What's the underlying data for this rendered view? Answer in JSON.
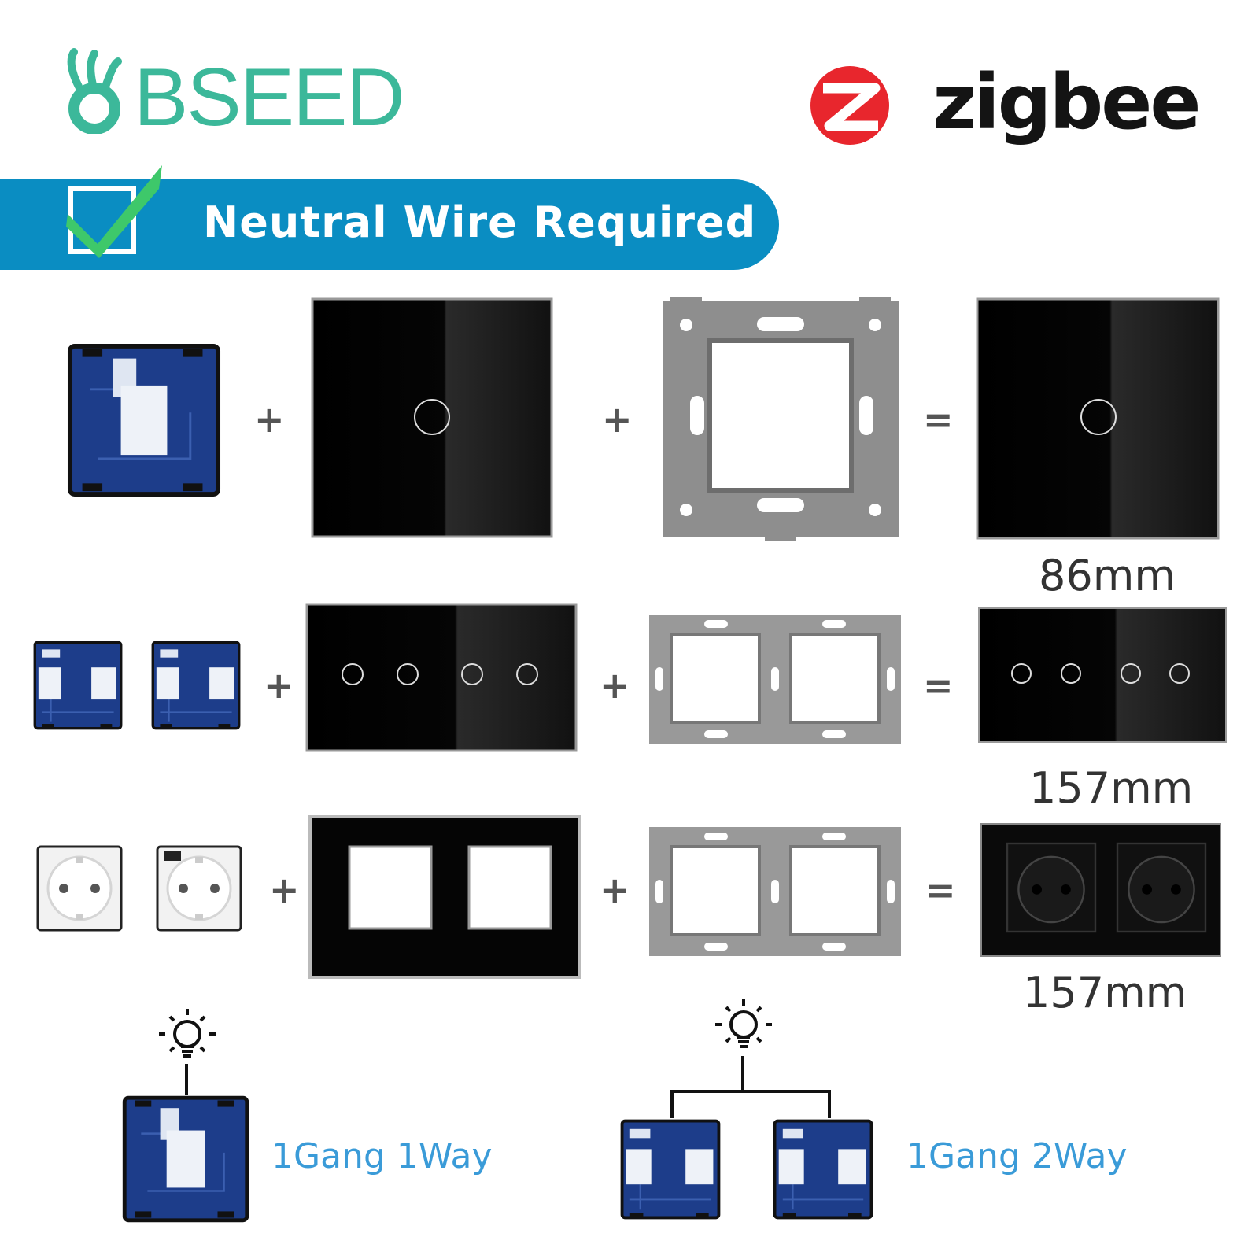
{
  "brand": {
    "name": "BSEED",
    "color": "#3cb89a"
  },
  "protocol": {
    "name": "zigbee",
    "logo_color": "#e8262d",
    "icon": "zigbee-logo-icon"
  },
  "banner": {
    "text": "Neutral Wire Required",
    "color": "#0a8dc2",
    "icon": "checkmark-icon"
  },
  "rows": [
    {
      "operators": [
        "+",
        "+",
        "="
      ],
      "size": "86mm"
    },
    {
      "operators": [
        "+",
        "+",
        "="
      ],
      "size": "157mm"
    },
    {
      "operators": [
        "+",
        "+",
        "="
      ],
      "size": "157mm"
    }
  ],
  "wiring": [
    {
      "label": "1Gang 1Way",
      "icon": "light-bulb-icon"
    },
    {
      "label": "1Gang 2Way",
      "icon": "light-bulb-icon"
    }
  ],
  "colors": {
    "module_blue": "#1d3d8a",
    "glass_black": "#050505",
    "frame_gray": "#8e8e8e",
    "caption_blue": "#3a9bd8"
  }
}
